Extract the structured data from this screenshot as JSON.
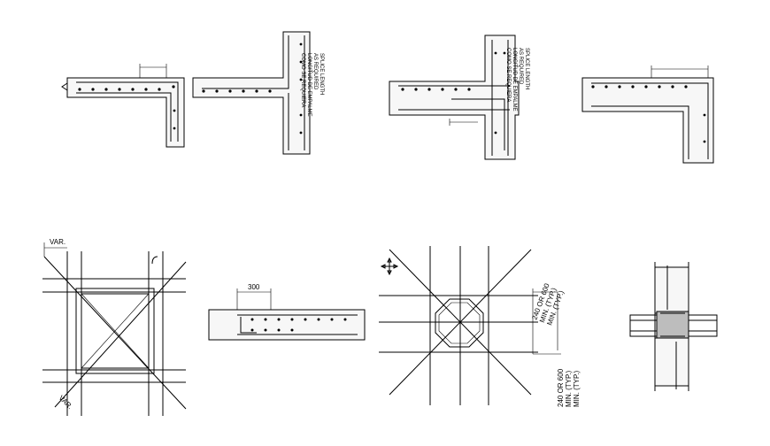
{
  "notes": {
    "splice_1": [
      "SPLICE LENGTH",
      "AS REQUIRED",
      "LONGITUD DE EMPALME",
      "COMO SE REQUIERA"
    ],
    "splice_2": [
      "SPLICE LENGTH",
      "AS REQUIRED",
      "LONGITUD DE EMPALME",
      "COMO SE REQUIERA"
    ]
  },
  "dimensions": {
    "var_top": "VAR.",
    "var_bottom": "VAR.",
    "stub_300": "300",
    "octagon_upper": [
      "240 OR 600",
      "MIN. (TYP.)",
      "MIN. (TYP.)"
    ],
    "octagon_lower": [
      "240 OR 600",
      "MIN. (TYP.)",
      "MIN. (TYP.)"
    ]
  }
}
